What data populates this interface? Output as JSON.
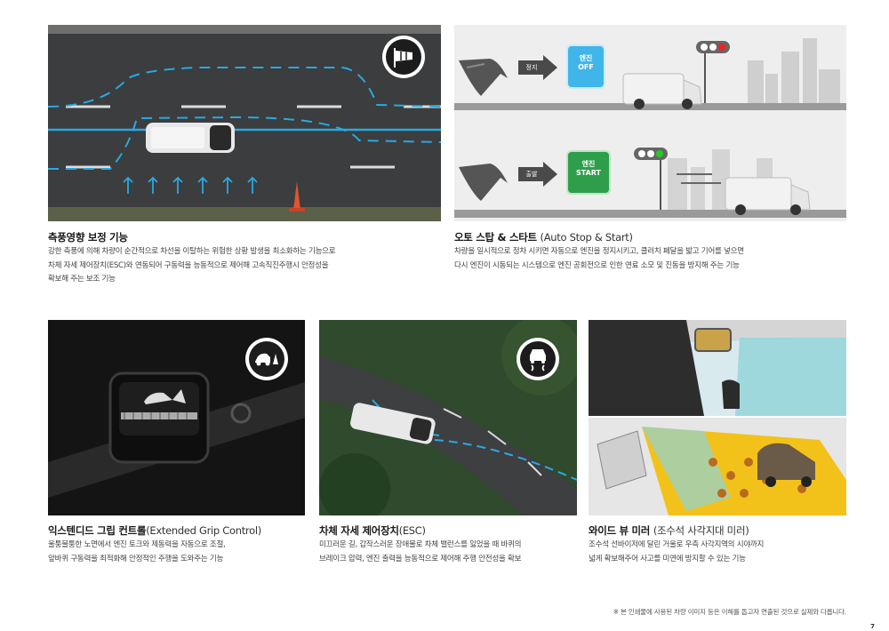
{
  "features": [
    {
      "title": "측풍영향 보정 기능",
      "subtitle": "",
      "icon": "crosswind-windsock-icon",
      "lines": [
        "강한 측풍에 의해 차량이 순간적으로 차선을 이탈하는 위험한 상황 발생을 최소화하는 기능으로",
        "차체 자세 제어장치(ESC)와 연동되어 구동력을 능동적으로 제어해 고속직진주행시 안정성을",
        "확보해 주는 보조 기능"
      ]
    },
    {
      "title": "오토 스탑 & 스타트",
      "subtitle": "(Auto Stop & Start)",
      "lines": [
        "차량을 일시적으로 정차 시키면 자동으로 엔진을 정지시키고, 클러치 페달을 밟고 기어를 넣으면",
        "다시 엔진이 시동되는 시스템으로 엔진 공회전으로 인한 연료 소모 및 진동을 방지해 주는 기능"
      ],
      "diagram": {
        "row1": {
          "arrow_label": "정지",
          "box_line1": "엔진",
          "box_line2": "OFF"
        },
        "row2": {
          "arrow_label": "출발",
          "box_line1": "엔진",
          "box_line2": "START"
        }
      }
    },
    {
      "title": "익스텐디드 그립 컨트롤",
      "subtitle": "(Extended Grip Control)",
      "icon": "grip-control-icon",
      "lines": [
        "울퉁불퉁한 노면에서 엔진 토크와 제동력을 자동으로 조절,",
        "앞바퀴 구동력을 최적화해 안정적인 주행을 도와주는 기능"
      ]
    },
    {
      "title": "차체 자세 제어장치",
      "subtitle": "(ESC)",
      "icon": "skid-control-icon",
      "lines": [
        "미끄러운 길, 갑작스러운 장애물로 차체 밸런스를 잃었을 때 바퀴의",
        "브레이크 압력, 엔진 출력을 능동적으로 제어해 주행 안전성을 확보"
      ]
    },
    {
      "title": "와이드 뷰 미러",
      "subtitle": "(조수석 사각지대 미러)",
      "lines": [
        "조수석 선바이저에 달린 거울로 우측 사각지역의 시야까지",
        "넓게 확보해주어 사고를 미연에 방지할 수 있는 기능"
      ]
    }
  ],
  "footnote": "※ 본 인쇄물에 사용된 차량 이미지 등은 이해를 돕고자 연출된 것으로 실제와 다릅니다.",
  "page_number": "7",
  "colors": {
    "road": "#3a3c3e",
    "lane_blue": "#29a9e1",
    "engine_off": "#3fb5ea",
    "engine_start": "#2e9e4a",
    "yellow_zone": "#f3c21a"
  }
}
